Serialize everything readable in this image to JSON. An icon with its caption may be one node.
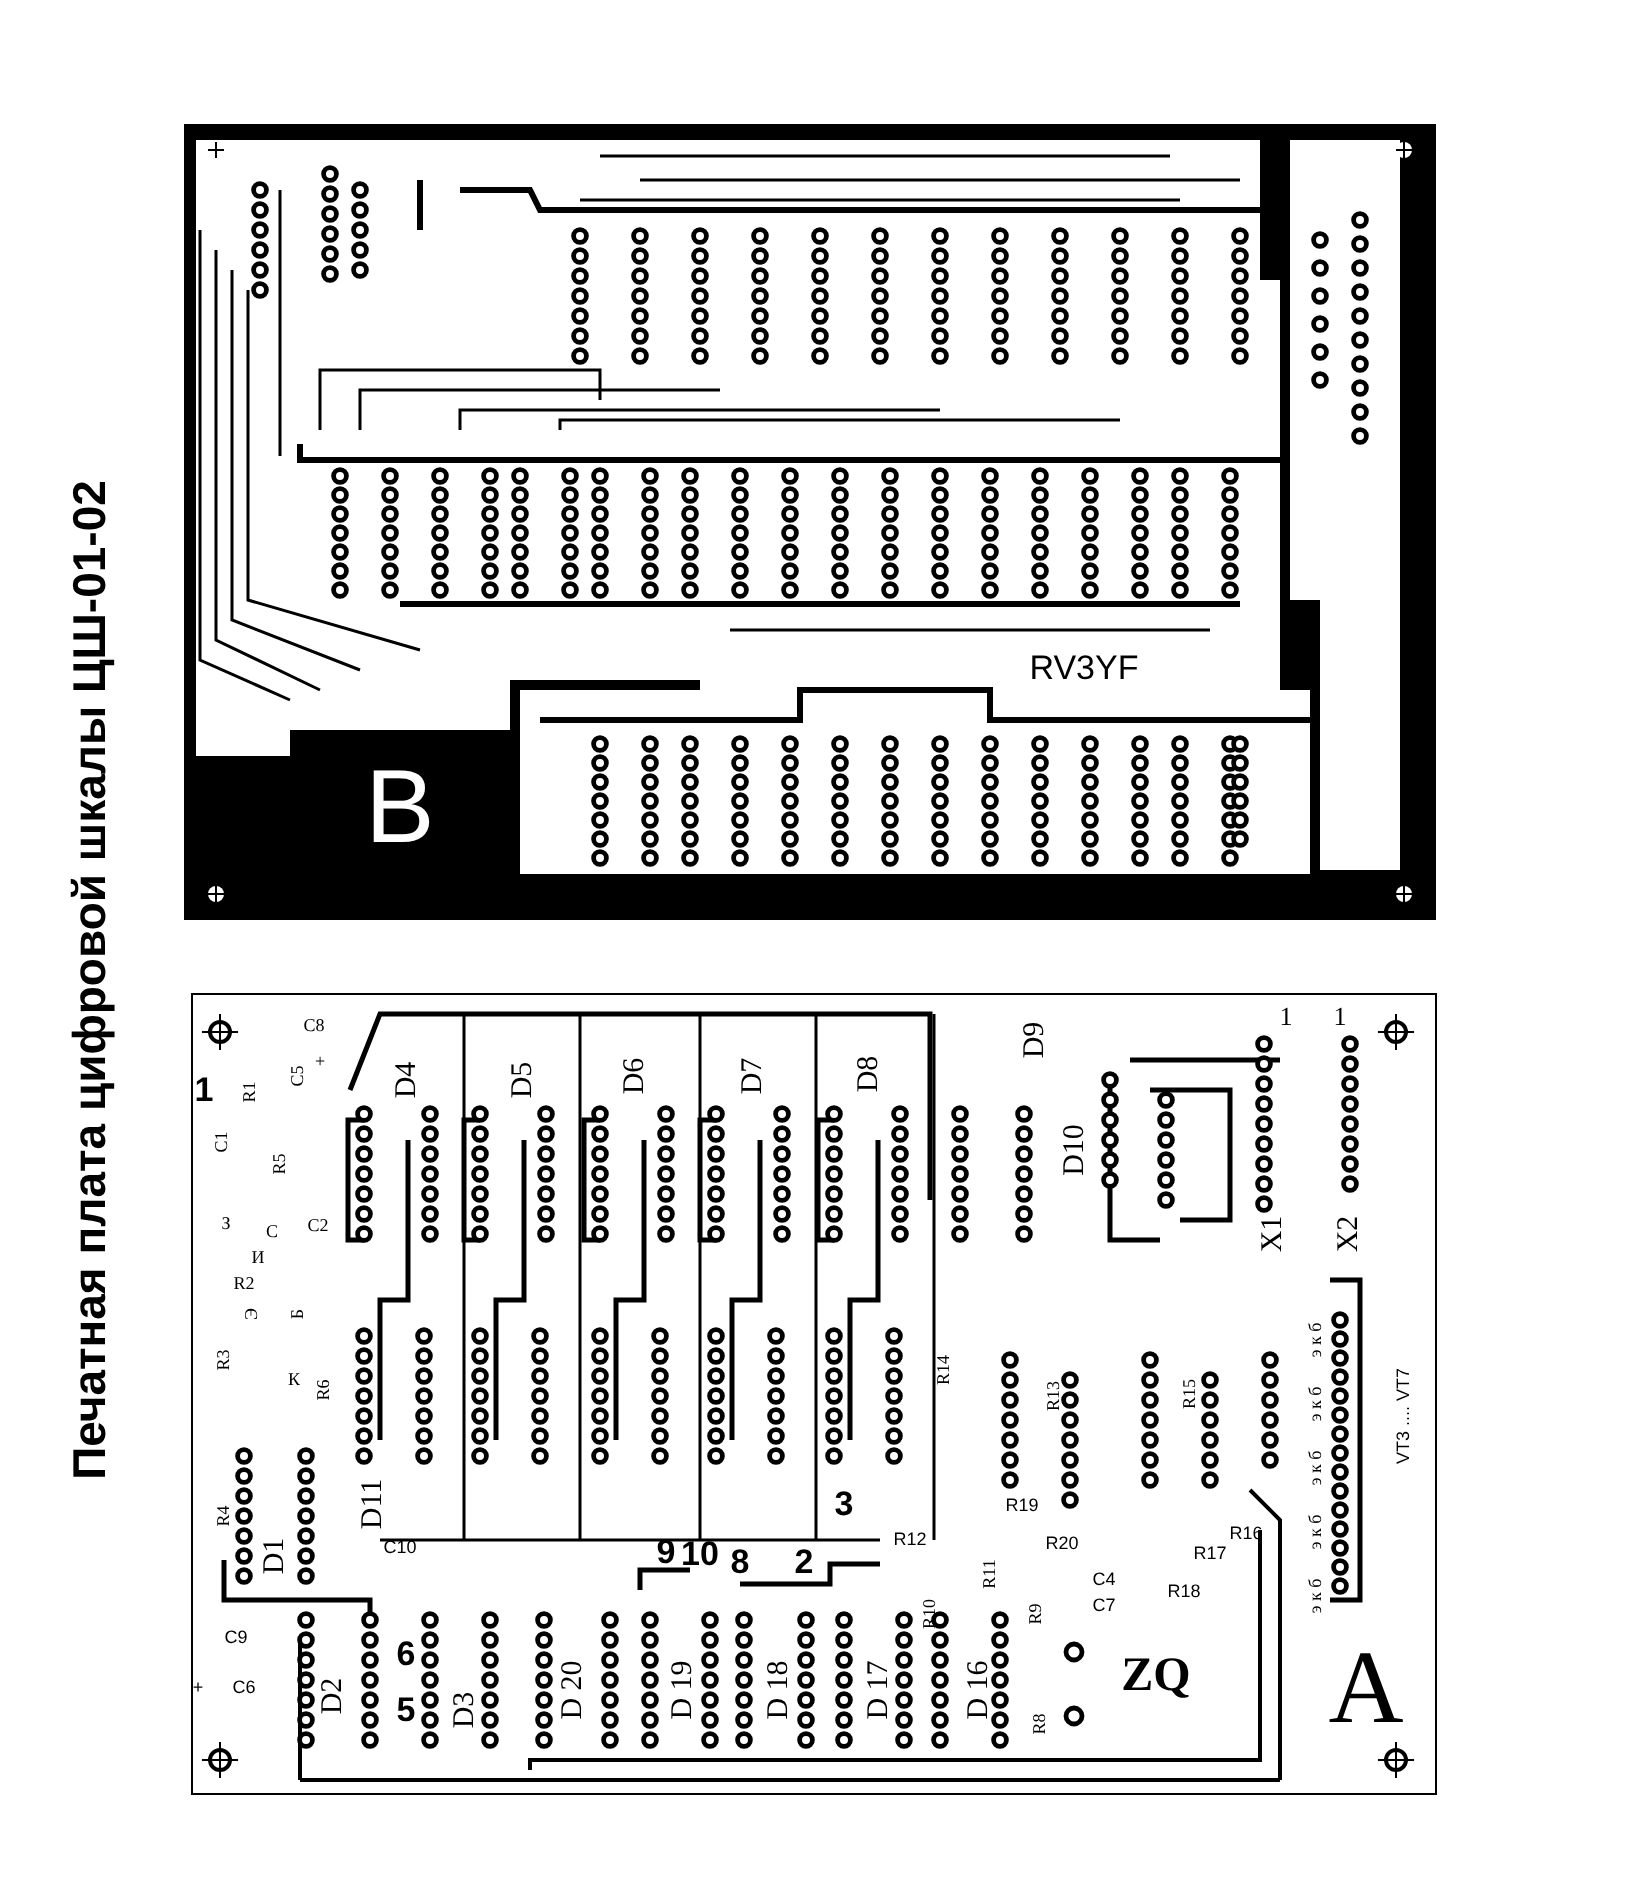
{
  "diagram": {
    "title": "Печатная плата цифровой шкалы ЦШ-01-02",
    "labels": [
      "RV3YF",
      "B",
      "C8",
      "1",
      "R1",
      "C5",
      "+",
      "D4",
      "D5",
      "D6",
      "D7",
      "D8",
      "D9",
      "1",
      "1",
      "C1",
      "R5",
      "D10",
      "З",
      "С",
      "C2",
      "И",
      "X1",
      "X2",
      "R2",
      "Э",
      "Б",
      "R3",
      "К",
      "R6",
      "R14",
      "R13",
      "R15",
      "VT3 .... VT7",
      "э к б",
      "э к б",
      "э к б",
      "э к б",
      "э к б",
      "R4",
      "D11",
      "3",
      "R19",
      "R16",
      "D1",
      "C10",
      "R12",
      "R20",
      "R17",
      "9",
      "10",
      "8",
      "2",
      "R11",
      "C4",
      "R18",
      "C7",
      "R10",
      "R9",
      "C9",
      "6",
      "ZQ",
      "+",
      "C6",
      "D2",
      "5",
      "D3",
      "D 20",
      "D 19",
      "D 18",
      "D 17",
      "D 16",
      "R8",
      "A"
    ]
  }
}
